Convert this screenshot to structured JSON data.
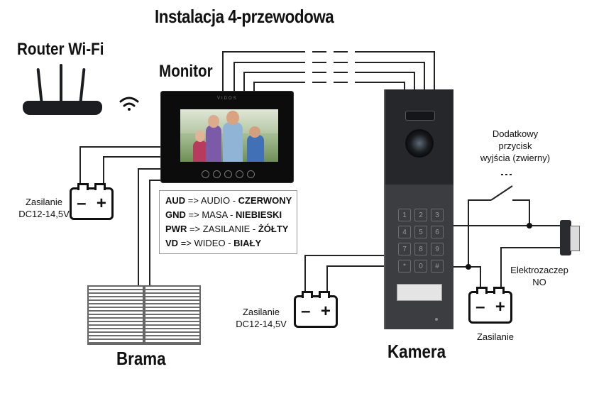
{
  "title": "Instalacja 4-przewodowa",
  "router": {
    "label": "Router Wi-Fi",
    "icon": "wifi-icon"
  },
  "monitor": {
    "label": "Monitor",
    "brand": "VIDOS"
  },
  "legend": [
    {
      "code": "AUD",
      "arrow": "=>",
      "name": "AUDIO",
      "sep": "-",
      "color": "CZERWONY"
    },
    {
      "code": "GND",
      "arrow": "=>",
      "name": "MASA",
      "sep": "-",
      "color": "NIEBIESKI"
    },
    {
      "code": "PWR",
      "arrow": "=>",
      "name": "ZASILANIE",
      "sep": "-",
      "color": "ŻÓŁTY"
    },
    {
      "code": "VD",
      "arrow": "=>",
      "name": "WIDEO",
      "sep": "-",
      "color": "BIAŁY"
    }
  ],
  "power_left": {
    "line1": "Zasilanie",
    "line2": "DC12-14,5V",
    "minus": "–",
    "plus": "+"
  },
  "power_mid": {
    "line1": "Zasilanie",
    "line2": "DC12-14,5V",
    "minus": "–",
    "plus": "+"
  },
  "power_right": {
    "line1": "Zasilanie",
    "minus": "–",
    "plus": "+"
  },
  "extra_button": {
    "line1": "Dodatkowy",
    "line2": "przycisk",
    "line3": "wyjścia (zwierny)"
  },
  "lock": {
    "line1": "Elektrozaczep",
    "line2": "NO"
  },
  "gate": {
    "label": "Brama"
  },
  "camera": {
    "label": "Kamera",
    "keys": [
      "1",
      "2",
      "3",
      "4",
      "5",
      "6",
      "7",
      "8",
      "9",
      "*",
      "0",
      "#"
    ]
  },
  "colors": {
    "wire": "#111111",
    "camera_body": "#3b3d41",
    "monitor_body": "#0c0c0c"
  }
}
